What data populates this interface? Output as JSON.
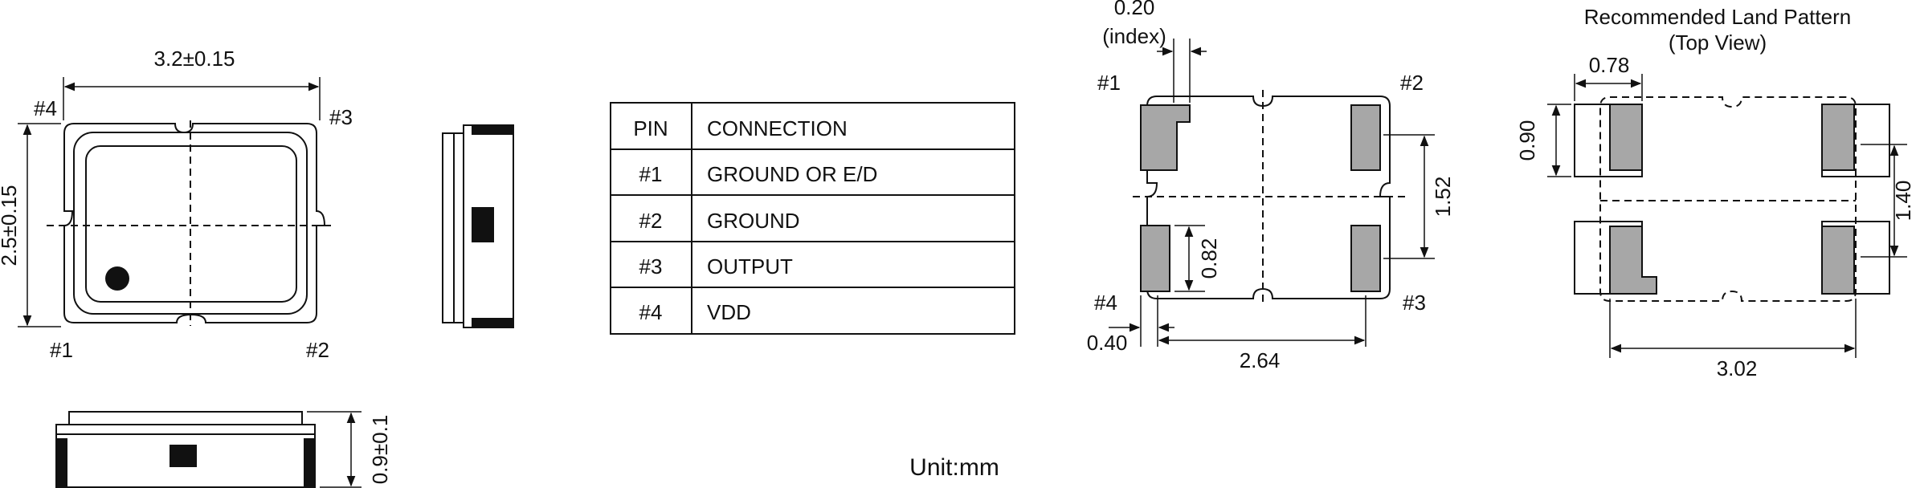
{
  "colors": {
    "ink": "#111111",
    "pad_fill": "#a7a7a7",
    "background": "#ffffff"
  },
  "top_view": {
    "width_dim": "3.2±0.15",
    "height_dim": "2.5±0.15",
    "pins": {
      "p1": "#1",
      "p2": "#2",
      "p3": "#3",
      "p4": "#4"
    }
  },
  "side_view": {
    "height_dim": "0.9±0.1"
  },
  "pin_table": {
    "headers": [
      "PIN",
      "CONNECTION"
    ],
    "rows": [
      [
        "#1",
        "GROUND OR E/D"
      ],
      [
        "#2",
        "GROUND"
      ],
      [
        "#3",
        "OUTPUT"
      ],
      [
        "#4",
        "VDD"
      ]
    ]
  },
  "unit": "Unit:mm",
  "bottom_view": {
    "index_dim": "0.20",
    "index_note": "(index)",
    "pins": {
      "p1": "#1",
      "p2": "#2",
      "p3": "#3",
      "p4": "#4"
    },
    "pad_height": "0.82",
    "pad_pitch_v": "1.52",
    "pad_width": "0.40",
    "pad_pitch_h": "2.64"
  },
  "land_pattern": {
    "title": "Recommended Land Pattern",
    "subtitle": "(Top View)",
    "land_width": "0.78",
    "land_height": "0.90",
    "land_pitch_v": "1.40",
    "land_pitch_h": "3.02"
  }
}
